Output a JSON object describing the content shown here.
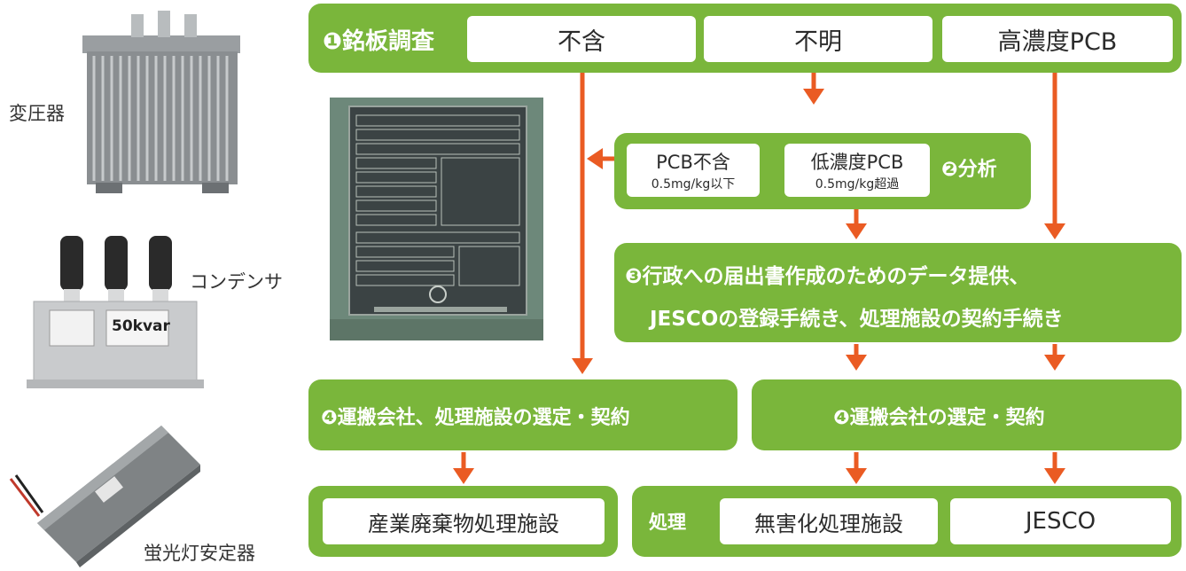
{
  "labels": {
    "transformer": "変圧器",
    "capacitor": "コンデンサ",
    "ballast": "蛍光灯安定器"
  },
  "step1": {
    "title": "❶銘板調査",
    "options": [
      "不含",
      "不明",
      "高濃度PCB"
    ]
  },
  "step2": {
    "pcb_free": {
      "label": "PCB不含",
      "sub": "0.5mg/kg以下"
    },
    "low_pcb": {
      "label": "低濃度PCB",
      "sub": "0.5mg/kg超過"
    },
    "title": "❷分析"
  },
  "step3": {
    "line1": "❸行政への届出書作成のためのデータ提供、",
    "line2": "JESCOの登録手続き、処理施設の契約手続き"
  },
  "step4": {
    "left": "❹運搬会社、処理施設の選定・契約",
    "right": "❹運搬会社の選定・契約"
  },
  "disposal": {
    "industrial": "産業廃棄物処理施設",
    "prefix": "処理",
    "detox": "無害化処理施設",
    "jesco": "JESCO"
  },
  "capacitor_plate": "50kvar",
  "colors": {
    "green": "#7ab63b",
    "arrow": "#ea5b23"
  }
}
